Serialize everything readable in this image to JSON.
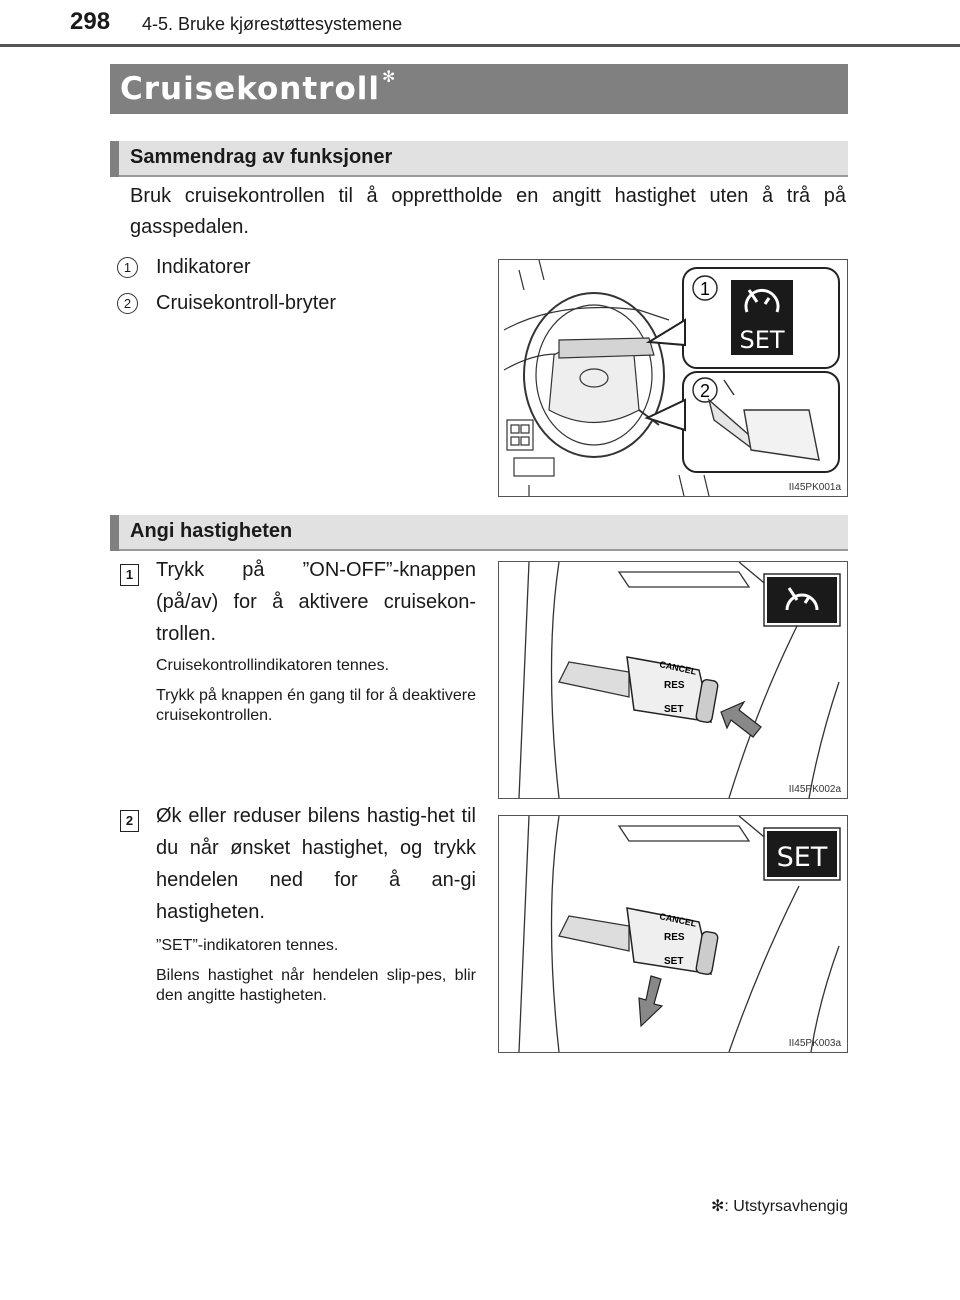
{
  "header": {
    "page_number": "298",
    "chapter": "4-5. Bruke kjørestøttesystemene"
  },
  "title": {
    "text": "Cruisekontroll",
    "marker": "✻"
  },
  "sections": {
    "summary": {
      "heading": "Sammendrag av funksjoner",
      "intro": "Bruk cruisekontrollen til å opprettholde en angitt hastighet uten å trå på gasspedalen.",
      "items": [
        {
          "num": "1",
          "label": "Indikatorer"
        },
        {
          "num": "2",
          "label": "Cruisekontroll-bryter"
        }
      ],
      "figure": {
        "code": "II45PK001a",
        "callout_1": "1",
        "callout_2": "2",
        "display_text": "SET"
      }
    },
    "set_speed": {
      "heading": "Angi hastigheten",
      "steps": [
        {
          "num": "1",
          "text": "Trykk på ”ON-OFF”-knappen (på/av) for å aktivere cruisekon-trollen.",
          "note1": "Cruisekontrollindikatoren tennes.",
          "note2": "Trykk på knappen én gang til for å deaktivere cruisekontrollen.",
          "figure_code": "II45PK002a"
        },
        {
          "num": "2",
          "text": "Øk eller reduser bilens hastig-het til du når ønsket hastighet, og trykk hendelen ned for å an-gi hastigheten.",
          "note1": "”SET”-indikatoren tennes.",
          "note2": "Bilens hastighet når hendelen slip-pes, blir den angitte hastigheten.",
          "figure_code": "II45PK003a",
          "display_text": "SET"
        }
      ],
      "lever_labels": {
        "cancel": "CANCEL",
        "res": "RES",
        "set": "SET"
      }
    }
  },
  "footnote": {
    "marker": "✻",
    "text": ": Utstyrsavhengig"
  }
}
